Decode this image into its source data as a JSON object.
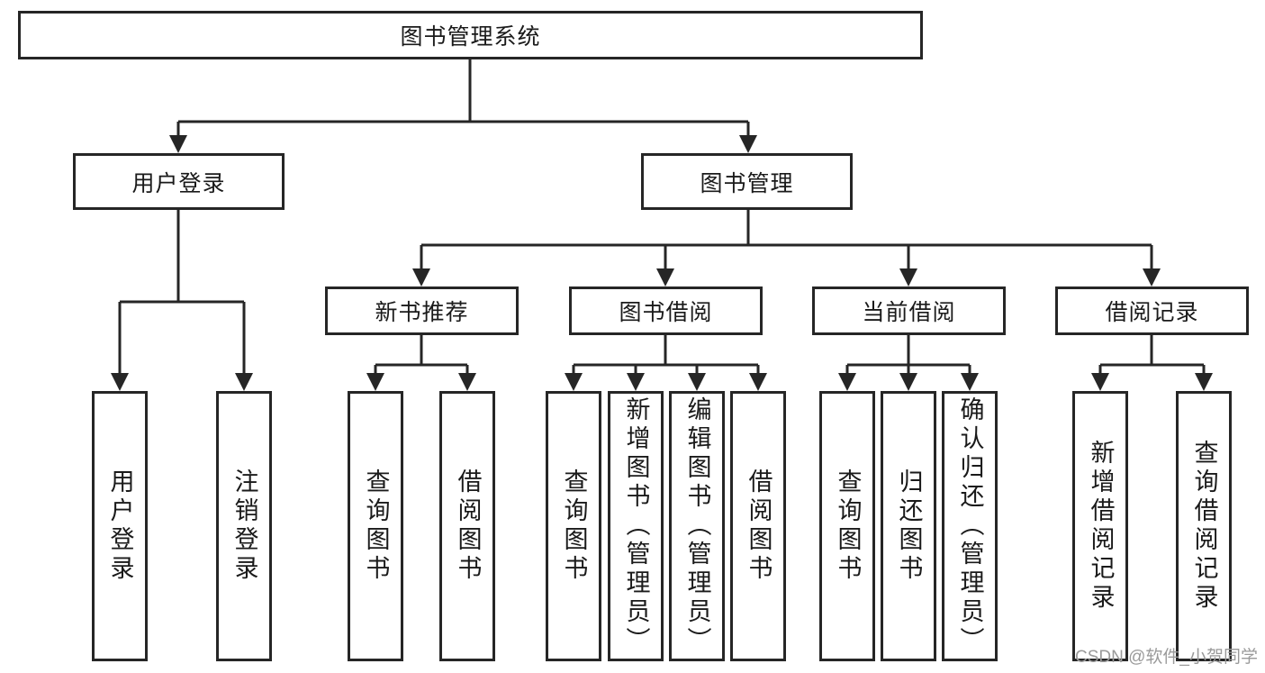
{
  "diagram": {
    "title_node": {
      "label": "图书管理系统"
    },
    "level2": [
      {
        "label": "用户登录"
      },
      {
        "label": "图书管理"
      }
    ],
    "level3": [
      {
        "label": "新书推荐"
      },
      {
        "label": "图书借阅"
      },
      {
        "label": "当前借阅"
      },
      {
        "label": "借阅记录"
      }
    ],
    "leaves": {
      "user_login": [
        {
          "label": "用户登录"
        },
        {
          "label": "注销登录"
        }
      ],
      "new_book_recommend": [
        {
          "label": "查询图书"
        },
        {
          "label": "借阅图书"
        }
      ],
      "book_borrow": [
        {
          "label": "查询图书"
        },
        {
          "label": "新增图书（管理员）"
        },
        {
          "label": "编辑图书（管理员）"
        },
        {
          "label": "借阅图书"
        }
      ],
      "current_borrow": [
        {
          "label": "查询图书"
        },
        {
          "label": "归还图书"
        },
        {
          "label": "确认归还（管理员）"
        }
      ],
      "borrow_record": [
        {
          "label": "新增借阅记录"
        },
        {
          "label": "查询借阅记录"
        }
      ]
    }
  },
  "watermark": {
    "text": "CSDN @软件_小贺同学"
  },
  "colors": {
    "stroke": "#262626",
    "background": "#ffffff",
    "watermark": "#9a9a9a"
  }
}
